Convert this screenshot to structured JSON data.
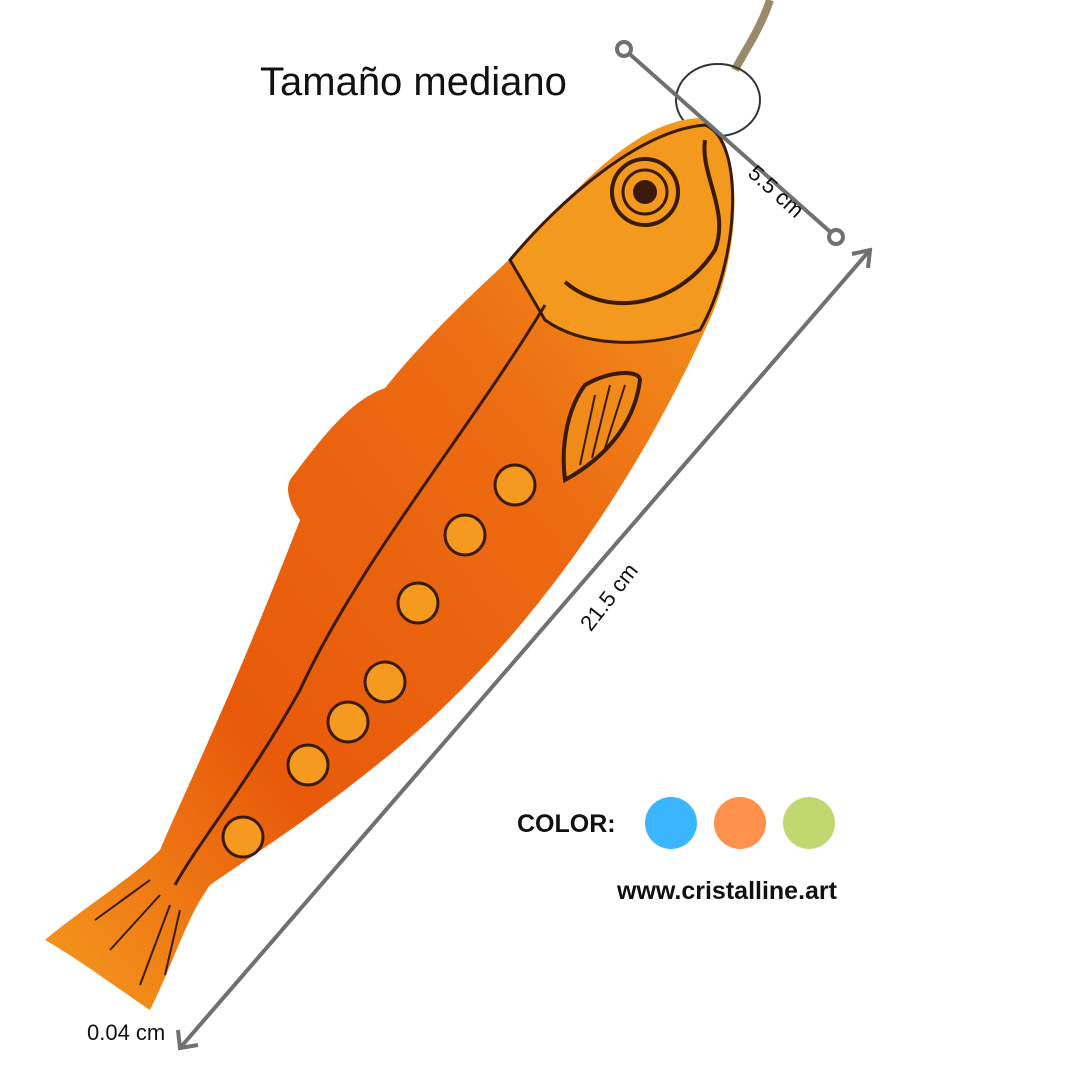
{
  "title": "Tamaño mediano",
  "dimensions": {
    "width": "5.5 cm",
    "length": "21.5 cm",
    "thickness": "0.04 cm"
  },
  "color_section": {
    "label": "COLOR:",
    "swatches": [
      {
        "name": "blue",
        "hex": "#3BB5FF"
      },
      {
        "name": "orange",
        "hex": "#FF914D"
      },
      {
        "name": "green",
        "hex": "#C1D870"
      }
    ]
  },
  "website": "www.cristalline.art",
  "colors": {
    "fish_body": "#E8640F",
    "fish_head": "#F39A1E",
    "dimension_line": "#707070"
  }
}
